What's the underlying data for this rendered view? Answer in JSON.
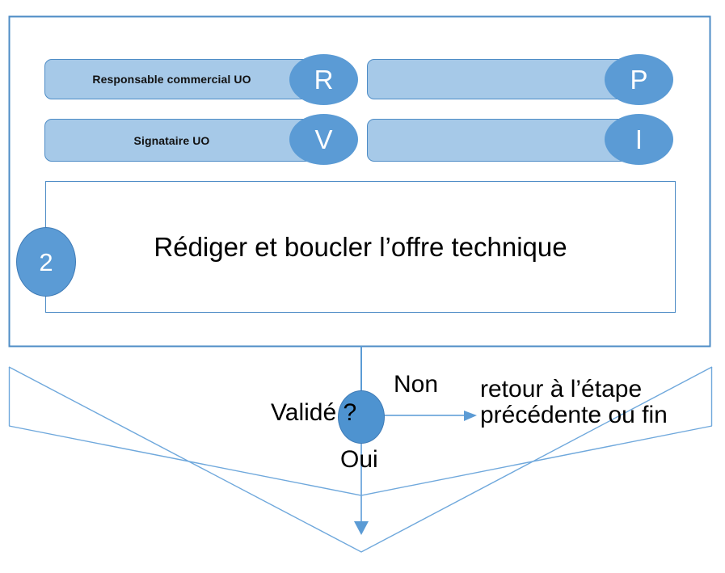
{
  "diagram": {
    "title_text": "Rédiger et boucler l’offre technique",
    "step_number": "2",
    "roles": [
      {
        "label": "Responsable commercial UO",
        "left_badge": "R",
        "right_label": "",
        "right_badge": "P"
      },
      {
        "label": "Signataire UO",
        "left_badge": "V",
        "right_label": "",
        "right_badge": "I"
      }
    ],
    "decision": {
      "question": "Validé ?",
      "branch_no": "Non",
      "branch_yes": "Oui",
      "no_target_line1": "retour à l’étape",
      "no_target_line2": "précédente ou fin"
    },
    "colors": {
      "bar_fill": "#A6C9E8",
      "bar_stroke": "#4E8CC6",
      "badge_fill": "#5B9BD5",
      "outline": "#4E8CC6",
      "connector": "#5B9BD5",
      "text": "#000000",
      "badge_text": "#FFFFFF"
    }
  }
}
